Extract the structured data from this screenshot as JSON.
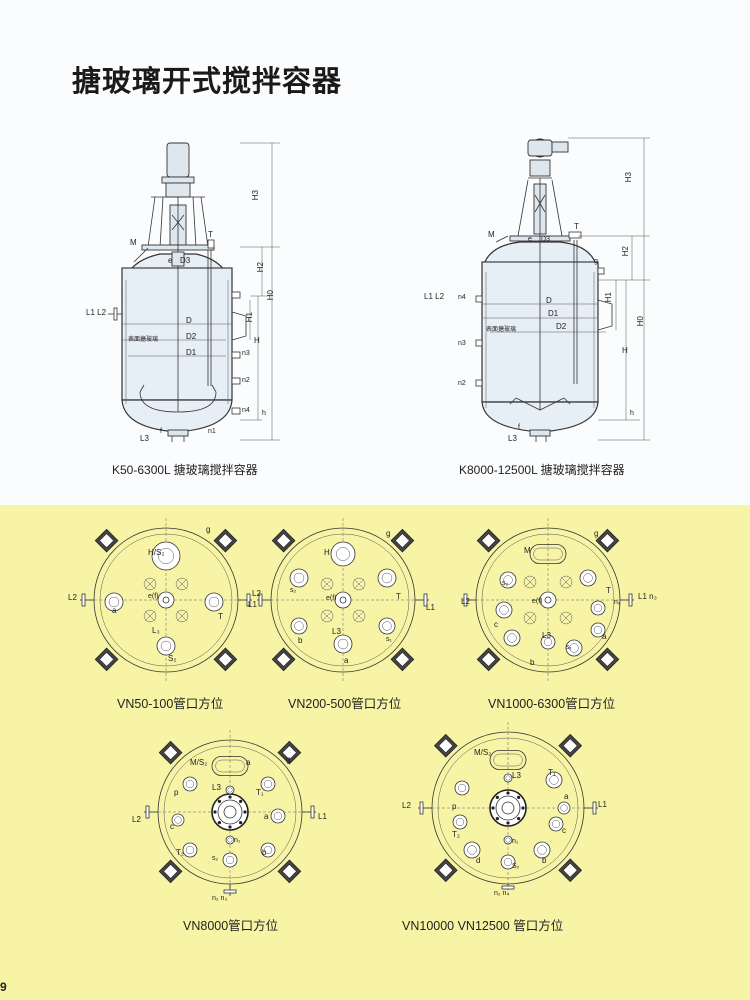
{
  "title": "搪玻璃开式搅拌容器",
  "vessels": {
    "left": {
      "caption": "K50-6300L 搪玻璃搅拌容器",
      "labels": {
        "H3": "H3",
        "H2": "H2",
        "H0": "H0",
        "H1": "H1",
        "H": "H",
        "M": "M",
        "T": "T",
        "e": "e",
        "D3": "D3",
        "L1L2": "L1  L2",
        "D": "D",
        "D2": "D2",
        "D1": "D1",
        "surface": "表面搪玻璃",
        "n3": "n3",
        "n2": "n2",
        "n4": "n4",
        "n1": "n1",
        "h": "h",
        "f": "f",
        "L3": "L3"
      }
    },
    "right": {
      "caption": "K8000-12500L 搪玻璃搅拌容器",
      "labels": {
        "H3": "H3",
        "H2": "H2",
        "H0": "H0",
        "H1": "H1",
        "H": "H",
        "M": "M",
        "T": "T",
        "e": "e",
        "D3": "D3",
        "L1L2": "L1  L2",
        "n4": "n4",
        "D": "D",
        "D1": "D1",
        "D2": "D2",
        "surface": "表面搪玻璃",
        "n3": "n3",
        "n2": "n2",
        "h": "h",
        "f": "f",
        "L3": "L3",
        "g": "g"
      }
    }
  },
  "plans": {
    "p1": {
      "caption": "VN50-100管口方位",
      "labels": {
        "g": "g",
        "HS": "H/S₂",
        "L2": "L2",
        "L1": "L1",
        "a": "a",
        "e": "e(f)",
        "T": "T",
        "L3": "L₃",
        "S2": "S₂"
      }
    },
    "p2": {
      "caption": "VN200-500管口方位",
      "labels": {
        "g": "g",
        "H": "H",
        "L2": "L2",
        "L1": "L1",
        "s2": "s₂",
        "e": "e(f)",
        "T": "T",
        "b": "b",
        "L3": "L3",
        "s1": "s₁",
        "a": "a"
      }
    },
    "p3": {
      "caption": "VN1000-6300管口方位",
      "labels": {
        "g": "g",
        "M": "M",
        "L2": "L2",
        "L1": "L1 n₃",
        "s2": "s₂",
        "e": "e(f)",
        "T": "T",
        "c": "c",
        "n1": "n₁",
        "L3": "L3",
        "a": "a",
        "b": "b",
        "s1": "s₁"
      }
    },
    "p4": {
      "caption": "VN8000管口方位",
      "labels": {
        "g": "g",
        "MS": "M/S₂",
        "a": "a",
        "p": "p",
        "L3": "L3",
        "T1": "T₁",
        "L2": "L2",
        "L1": "L1",
        "c": "c",
        "a2": "a",
        "T2": "T₂",
        "n1": "n₁",
        "b": "b",
        "s2": "s₂",
        "n2": "n₂ n₃"
      }
    },
    "p5": {
      "caption": "VN10000  VN12500 管口方位",
      "labels": {
        "MS": "M/S₂",
        "L3": "L3",
        "T1": "T₁",
        "L2": "L2",
        "L1": "L1",
        "p": "p",
        "a": "a",
        "T2": "T₂",
        "c": "c",
        "n1": "n₁",
        "d": "d",
        "b": "b",
        "s2": "S₂",
        "n2": "n₂ n₄"
      }
    }
  },
  "page_number": "9"
}
